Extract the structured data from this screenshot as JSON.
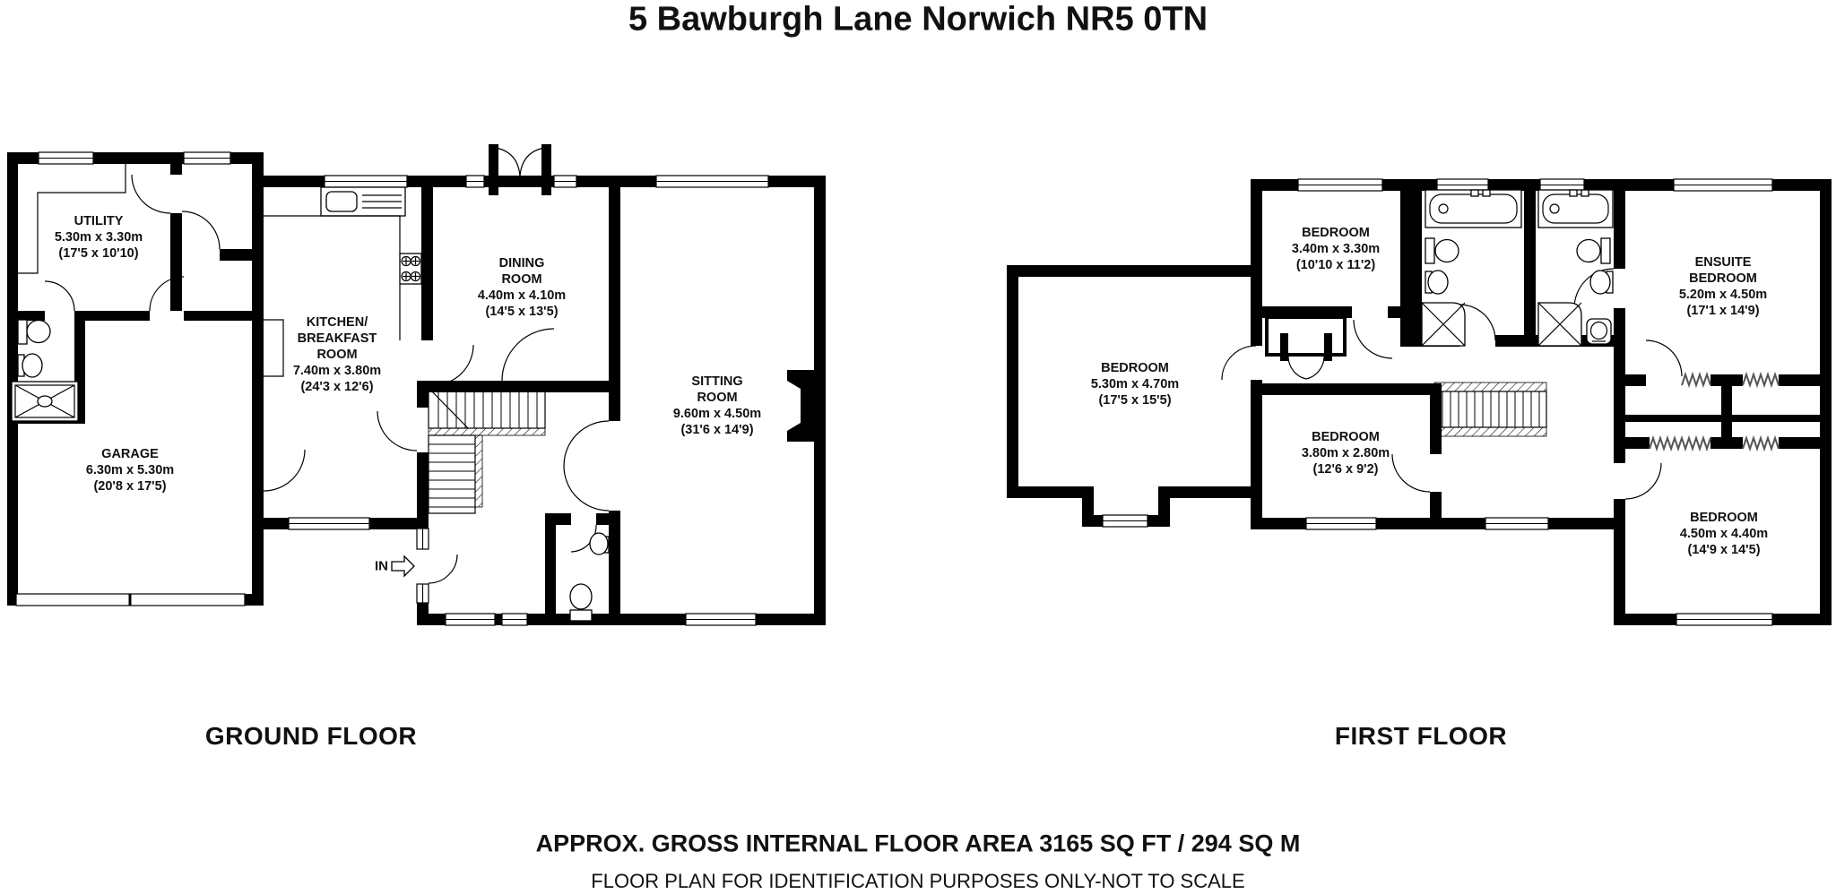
{
  "title": "5 Bawburgh Lane Norwich NR5 0TN",
  "entrance_label": "IN",
  "floors": {
    "ground": {
      "label": "GROUND FLOOR",
      "rooms": [
        {
          "id": "utility",
          "lines": [
            "UTILITY",
            "5.30m x 3.30m",
            "(17'5 x 10'10)"
          ]
        },
        {
          "id": "kitchen-breakfast-room",
          "lines": [
            "KITCHEN/",
            "BREAKFAST",
            "ROOM",
            "7.40m x 3.80m",
            "(24'3 x 12'6)"
          ]
        },
        {
          "id": "dining-room",
          "lines": [
            "DINING",
            "ROOM",
            "4.40m x 4.10m",
            "(14'5 x 13'5)"
          ]
        },
        {
          "id": "sitting-room",
          "lines": [
            "SITTING",
            "ROOM",
            "9.60m x 4.50m",
            "(31'6 x 14'9)"
          ]
        },
        {
          "id": "garage",
          "lines": [
            "GARAGE",
            "6.30m x 5.30m",
            "(20'8 x 17'5)"
          ]
        }
      ]
    },
    "first": {
      "label": "FIRST FLOOR",
      "rooms": [
        {
          "id": "bedroom-1",
          "lines": [
            "BEDROOM",
            "3.40m x 3.30m",
            "(10'10 x 11'2)"
          ]
        },
        {
          "id": "ensuite-bedroom",
          "lines": [
            "ENSUITE",
            "BEDROOM",
            "5.20m x 4.50m",
            "(17'1 x 14'9)"
          ]
        },
        {
          "id": "bedroom-2",
          "lines": [
            "BEDROOM",
            "5.30m x 4.70m",
            "(17'5 x 15'5)"
          ]
        },
        {
          "id": "bedroom-3",
          "lines": [
            "BEDROOM",
            "3.80m x 2.80m",
            "(12'6 x 9'2)"
          ]
        },
        {
          "id": "bedroom-4",
          "lines": [
            "BEDROOM",
            "4.50m x 4.40m",
            "(14'9 x 14'5)"
          ]
        }
      ]
    }
  },
  "footer": {
    "area": "APPROX. GROSS INTERNAL FLOOR AREA 3165 SQ FT / 294 SQ M",
    "disclaimer": "FLOOR PLAN FOR IDENTIFICATION PURPOSES ONLY-NOT TO SCALE"
  }
}
